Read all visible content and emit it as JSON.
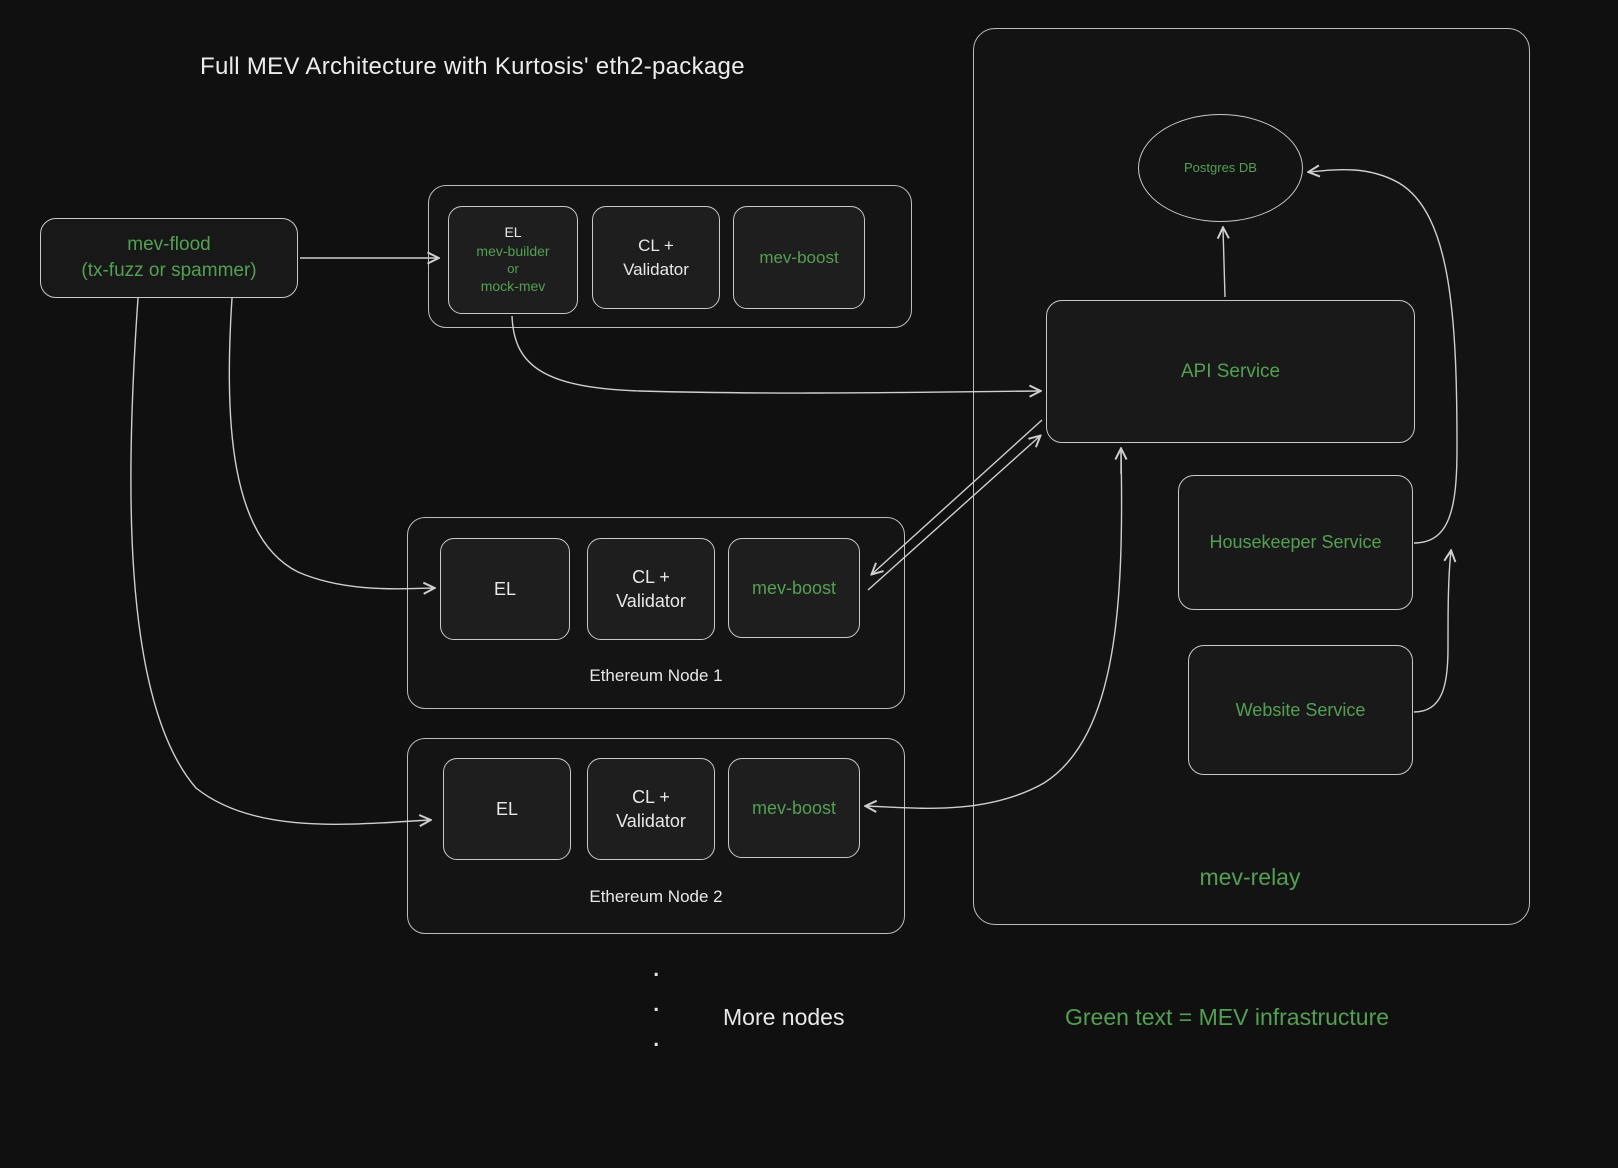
{
  "title": "Full MEV Architecture with Kurtosis' eth2-package",
  "colors": {
    "green": "#53a053",
    "line": "#cfcfcf",
    "background": "#101010"
  },
  "mev_flood": {
    "line1": "mev-flood",
    "line2": "(tx-fuzz or spammer)"
  },
  "builder_node": {
    "el_label": "EL",
    "el_sub1": "mev-builder",
    "el_sub2": "or",
    "el_sub3": "mock-mev",
    "cl_line1": "CL +",
    "cl_line2": "Validator",
    "mev_boost": "mev-boost"
  },
  "node1": {
    "el": "EL",
    "cl_line1": "CL +",
    "cl_line2": "Validator",
    "mev_boost": "mev-boost",
    "label": "Ethereum Node 1"
  },
  "node2": {
    "el": "EL",
    "cl_line1": "CL +",
    "cl_line2": "Validator",
    "mev_boost": "mev-boost",
    "label": "Ethereum Node 2"
  },
  "mev_relay": {
    "postgres_db": "Postgres DB",
    "api_service": "API Service",
    "housekeeper_service": "Housekeeper Service",
    "website_service": "Website Service",
    "label": "mev-relay"
  },
  "footer": {
    "dots": [
      ".",
      ".",
      "."
    ],
    "more_nodes": "More nodes",
    "legend": "Green text = MEV infrastructure"
  }
}
